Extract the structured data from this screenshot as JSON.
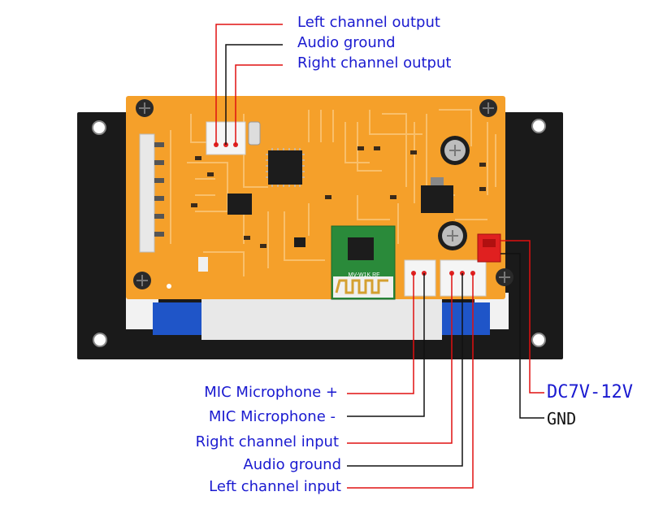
{
  "labels": {
    "left_out": "Left channel output",
    "audio_gnd_top": "Audio ground",
    "right_out": "Right channel output",
    "mic_plus": "MIC Microphone +",
    "mic_minus": "MIC Microphone -",
    "right_in": "Right channel input",
    "audio_gnd_bottom": "Audio ground",
    "left_in": "Left channel input",
    "power": "DC7V-12V",
    "gnd": "GND"
  },
  "module": {
    "marking": "MV-W1K RF"
  },
  "colors": {
    "label_text": "#1a1ad0",
    "leader_red": "#e01010",
    "leader_black": "#111111",
    "pcb": "#f5a02a",
    "pcb_trace": "#f8b850",
    "bezel": "#1a1a1a",
    "bt_module": "#2a8a3a"
  }
}
